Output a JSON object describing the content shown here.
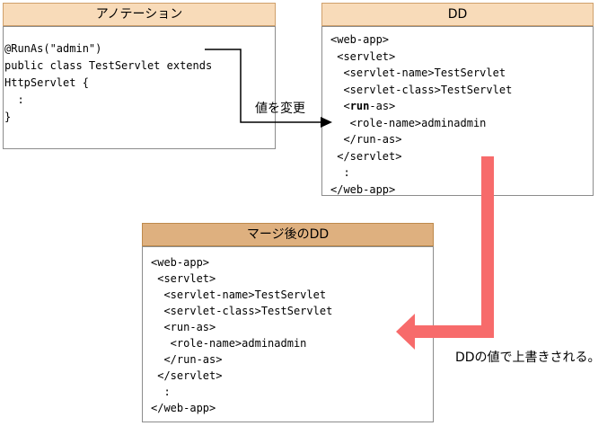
{
  "boxes": {
    "annotation": {
      "title": "アノテーション",
      "code_lines": [
        "@RunAs(\"admin\")",
        "public class TestServlet extends",
        "HttpServlet {",
        "  :",
        "}"
      ]
    },
    "dd": {
      "title": "DD",
      "code_lines": [
        "<web-app>",
        " <servlet>",
        "  <servlet-name>TestServlet",
        "  <servlet-class>TestServlet",
        "  <run-as>",
        "   <role-name>adminadmin",
        "  </run-as>",
        " </servlet>",
        "  :",
        "</web-app>"
      ],
      "bold": {
        "line": 4,
        "text": "run"
      }
    },
    "merged": {
      "title": "マージ後のDD",
      "code_lines": [
        "<web-app>",
        " <servlet>",
        "  <servlet-name>TestServlet",
        "  <servlet-class>TestServlet",
        "  <run-as>",
        "   <role-name>adminadmin",
        "  </run-as>",
        " </servlet>",
        "  :",
        "</web-app>"
      ]
    }
  },
  "labels": {
    "change_value": "値を変更",
    "overwrite_note": "DDの値で上書きされる。"
  },
  "colors": {
    "header_light_fill": "#F8DBB9",
    "header_light_border": "#CFA06B",
    "header_dark_fill": "#DEB07F",
    "header_dark_border": "#BE8A4C",
    "box_border": "#8C8C8C",
    "arrow_pink": "#F76B6B",
    "connector_black": "#000000"
  }
}
